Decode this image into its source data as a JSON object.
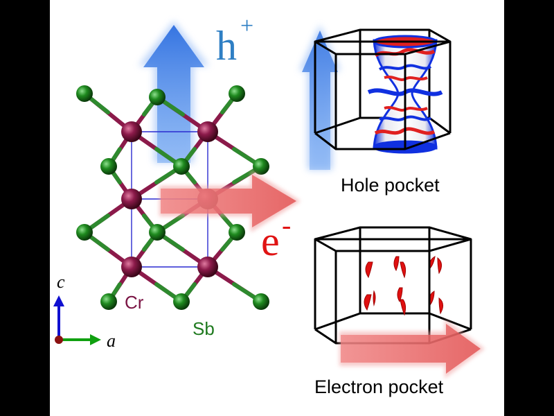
{
  "carriers": {
    "hole": {
      "symbol": "h",
      "charge": "+",
      "color": "#2f7fc4"
    },
    "electron": {
      "symbol": "e",
      "charge": "-",
      "color": "#e01414"
    }
  },
  "crystal": {
    "atoms": [
      {
        "label": "Cr",
        "color": "#8b1a4a"
      },
      {
        "label": "Sb",
        "color": "#1f8a1f"
      }
    ],
    "axes": {
      "c": "c",
      "a": "a"
    }
  },
  "pockets": {
    "hole": {
      "label": "Hole pocket"
    },
    "electron": {
      "label": "Electron pocket"
    }
  },
  "colors": {
    "cr": "#7a1444",
    "sb": "#1f7a1f",
    "hole_arrow": "#3a7ee6",
    "electron_arrow": "#e85a5a",
    "surface_red": "#e02020",
    "surface_blue": "#1030e0"
  }
}
